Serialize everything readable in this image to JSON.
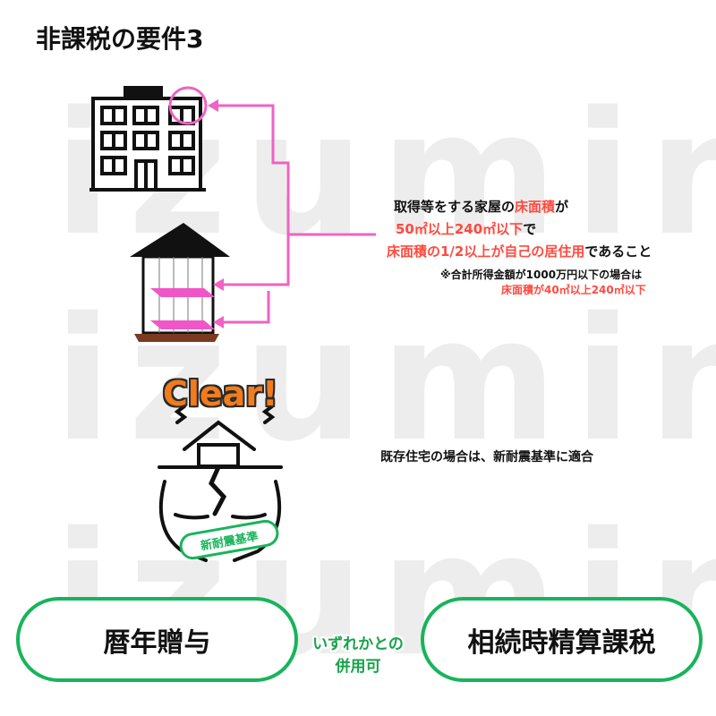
{
  "watermark": [
    "izumin",
    "izumin",
    "izumin"
  ],
  "title": "非課税の要件3",
  "requirement": {
    "line1_prefix": "取得等をする家屋の",
    "line1_highlight": "床面積",
    "line1_suffix": "が",
    "line2_highlight": "50㎡以上240㎡以下",
    "line2_suffix": "で",
    "line3_highlight": "床面積の1/2以上が自己の居住用",
    "line3_suffix": "であること",
    "note1": "※合計所得金額が1000万円以下の場合は",
    "note2": "床面積が40㎡以上240㎡以下"
  },
  "clear_label": "Clear!",
  "quake_badge": "新耐震基準",
  "quake_text": "既存住宅の場合は、新耐震基準に適合",
  "bubble_left": "暦年贈与",
  "bubble_right": "相続時精算課税",
  "bubble_middle_1": "いずれかとの",
  "bubble_middle_2": "併用可",
  "colors": {
    "accent_green": "#18b45b",
    "highlight_red": "#ff4a3f",
    "arrow_pink": "#f062c4",
    "clear_orange": "#f07c1e"
  }
}
